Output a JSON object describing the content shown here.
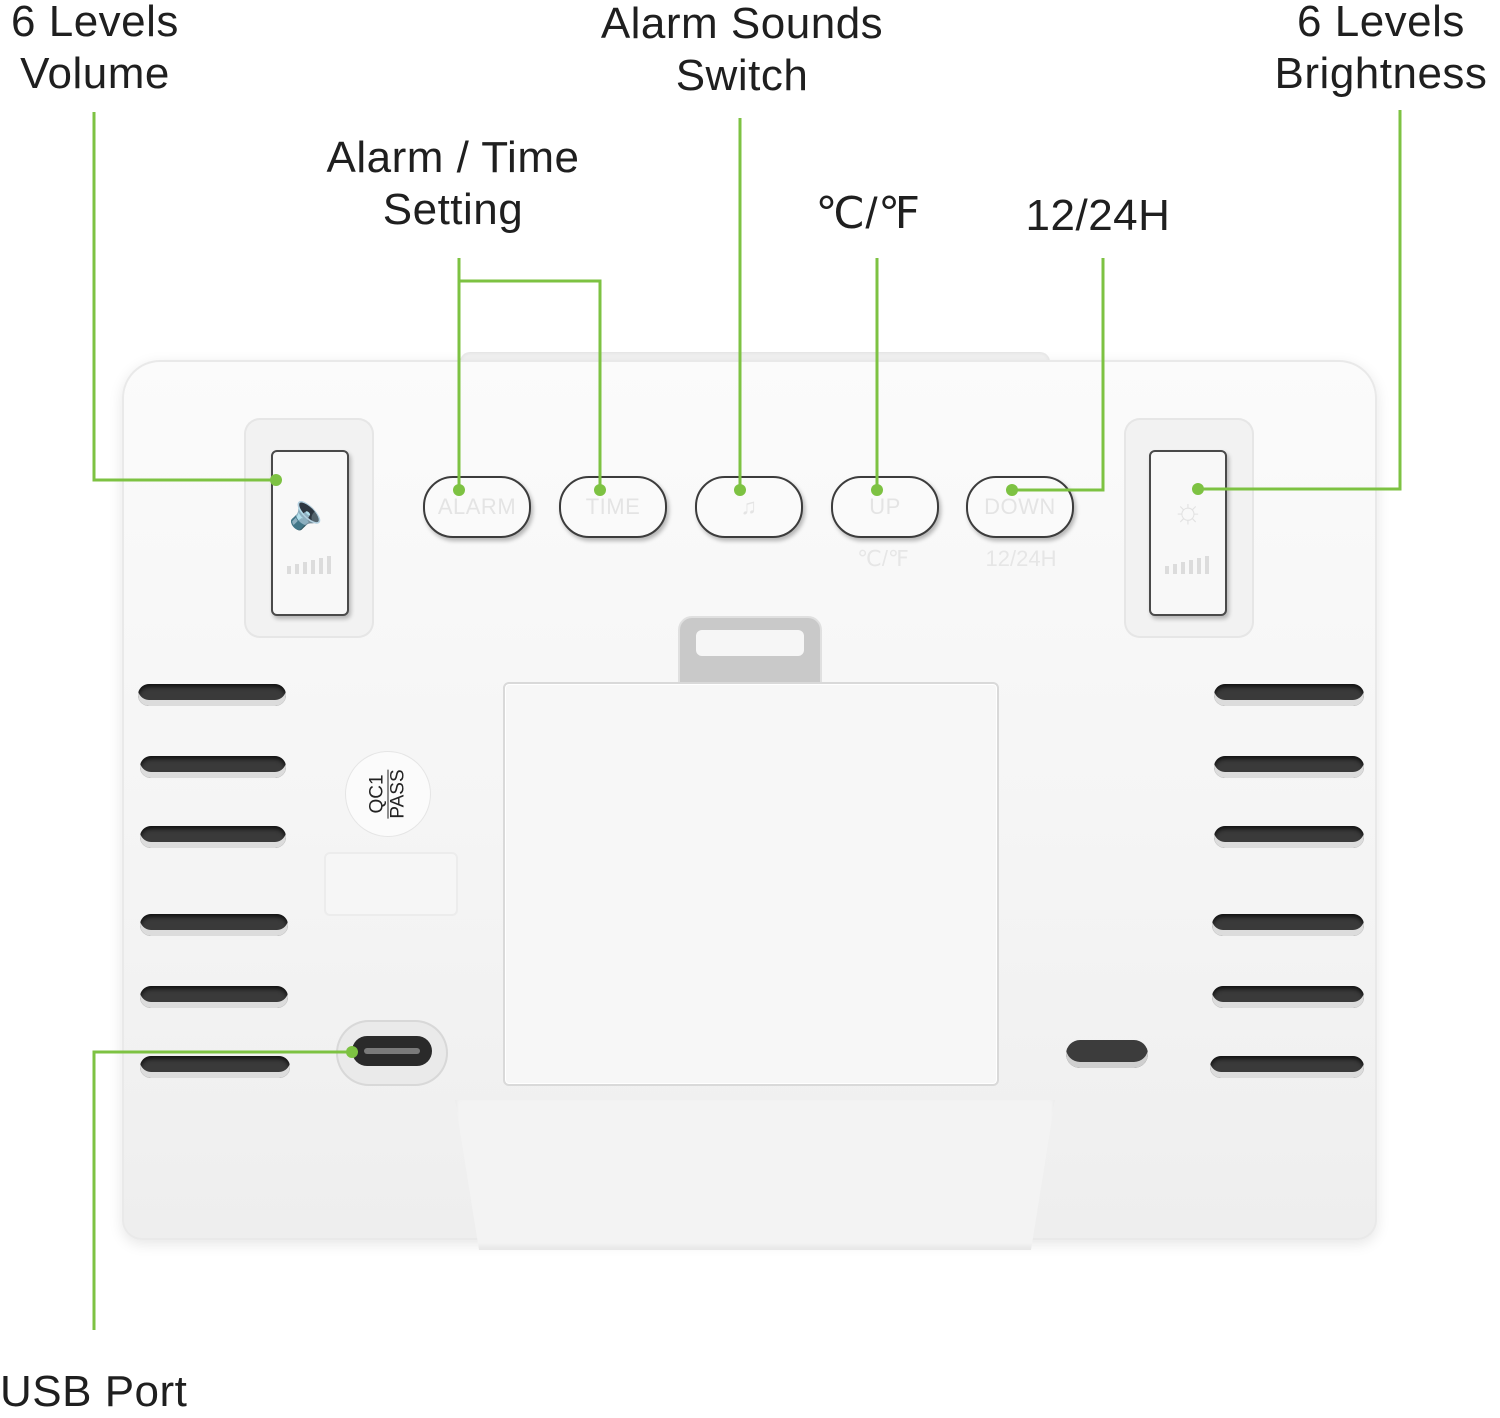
{
  "callouts": {
    "volume": {
      "line1": "6 Levels",
      "line2": "Volume"
    },
    "alarm_sounds": {
      "line1": "Alarm Sounds",
      "line2": "Switch"
    },
    "brightness": {
      "line1": "6 Levels",
      "line2": "Brightness"
    },
    "alarm_time": {
      "line1": "Alarm / Time",
      "line2": "Setting"
    },
    "temp_unit": {
      "line1": "℃/℉"
    },
    "hour_format": {
      "line1": "12/24H"
    },
    "usb": {
      "line1": "USB Port"
    }
  },
  "device": {
    "buttons": [
      {
        "key": "alarm",
        "label": "ALARM"
      },
      {
        "key": "time",
        "label": "TIME"
      },
      {
        "key": "sound",
        "label": "♫"
      },
      {
        "key": "up",
        "label": "UP"
      },
      {
        "key": "down",
        "label": "DOWN"
      }
    ],
    "button_sublabels": {
      "up": "℃/℉",
      "down": "12/24H"
    },
    "volume_icon": "speaker-icon",
    "brightness_icon": "sun-icon",
    "qc_badge": {
      "top": "QC1",
      "bottom": "PASS"
    }
  },
  "colors": {
    "leader_line": "#7dc242",
    "leader_dot": "#7dc242",
    "label_text": "#1f1f1f"
  }
}
